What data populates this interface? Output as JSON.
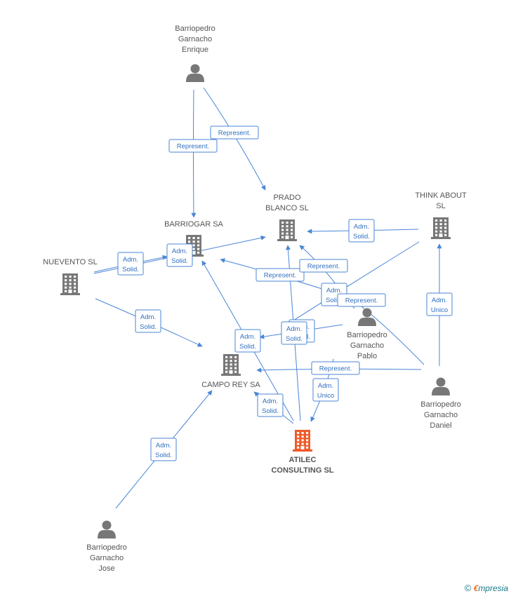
{
  "colors": {
    "edge": "#4a86d6",
    "node": "#777777",
    "focus": "#f05a28"
  },
  "nodes": [
    {
      "id": "bg_enrique",
      "kind": "person",
      "lines": [
        "Barriopedro",
        "Garnacho",
        "Enrique"
      ]
    },
    {
      "id": "prado",
      "kind": "company",
      "lines": [
        "PRADO",
        "BLANCO  SL"
      ]
    },
    {
      "id": "think",
      "kind": "company",
      "lines": [
        "THINK ABOUT",
        "SL"
      ]
    },
    {
      "id": "barriogar",
      "kind": "company",
      "lines": [
        "BARRIOGAR SA"
      ]
    },
    {
      "id": "nuevento",
      "kind": "company",
      "lines": [
        "NUEVENTO  SL"
      ]
    },
    {
      "id": "bg_pablo",
      "kind": "person",
      "lines": [
        "Barriopedro",
        "Garnacho",
        "Pablo"
      ]
    },
    {
      "id": "camporey",
      "kind": "company",
      "lines": [
        "CAMPO REY SA"
      ]
    },
    {
      "id": "bg_daniel",
      "kind": "person",
      "lines": [
        "Barriopedro",
        "Garnacho",
        "Daniel"
      ]
    },
    {
      "id": "atilec",
      "kind": "company",
      "focus": true,
      "lines": [
        "ATILEC",
        "CONSULTING SL"
      ]
    },
    {
      "id": "bg_jose",
      "kind": "person",
      "lines": [
        "Barriopedro",
        "Garnacho",
        "Jose"
      ]
    }
  ],
  "edges": [
    {
      "from": "bg_enrique",
      "to": "barriogar",
      "lines": [
        "Represent."
      ]
    },
    {
      "from": "bg_enrique",
      "to": "prado",
      "lines": [
        "Represent."
      ]
    },
    {
      "from": "think",
      "to": "prado",
      "lines": [
        "Adm.",
        "Solid."
      ]
    },
    {
      "from": "nuevento",
      "to": "barriogar",
      "lines": [
        "Adm.",
        "Solid."
      ]
    },
    {
      "from": "nuevento",
      "to": "prado",
      "lines": [
        "Adm.",
        "Solid."
      ]
    },
    {
      "from": "nuevento",
      "to": "camporey",
      "lines": [
        "Adm.",
        "Solid."
      ]
    },
    {
      "from": "bg_pablo",
      "to": "barriogar",
      "lines": [
        "Represent."
      ]
    },
    {
      "from": "bg_pablo",
      "to": "prado",
      "lines": [
        "Represent."
      ]
    },
    {
      "from": "think",
      "to": "camporey",
      "lines": [
        "Adm.",
        "Solid."
      ]
    },
    {
      "from": "bg_daniel",
      "to": "prado",
      "lines": [
        "Represent."
      ]
    },
    {
      "from": "bg_daniel",
      "to": "camporey",
      "lines": [
        "Represent."
      ]
    },
    {
      "from": "bg_daniel",
      "to": "think",
      "lines": [
        "Adm.",
        "Unico"
      ]
    },
    {
      "from": "bg_pablo",
      "to": "camporey",
      "lines": [
        "Adm.",
        "Solid."
      ]
    },
    {
      "from": "atilec",
      "to": "barriogar",
      "lines": [
        "Adm.",
        "Solid."
      ]
    },
    {
      "from": "atilec",
      "to": "prado",
      "lines": [
        "Adm.",
        "Solid."
      ]
    },
    {
      "from": "atilec",
      "to": "camporey",
      "lines": [
        "Adm.",
        "Solid."
      ]
    },
    {
      "from": "bg_daniel",
      "to": "atilec",
      "lines": [
        "Adm.",
        "Unico"
      ]
    },
    {
      "from": "bg_jose",
      "to": "camporey",
      "lines": [
        "Adm.",
        "Solid."
      ]
    }
  ],
  "footer": {
    "copyright": "©",
    "brand_first": "€",
    "brand_rest": "mpresia"
  }
}
